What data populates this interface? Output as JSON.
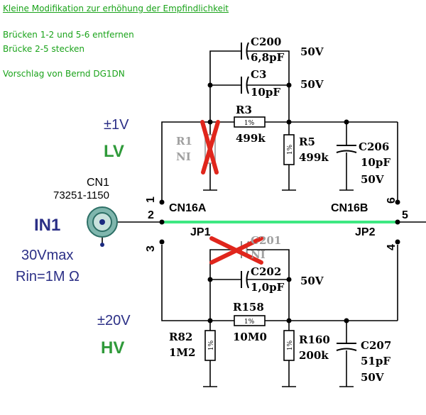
{
  "notes": {
    "title": "Kleine Modifikation zur erhöhung der Empfindlichkeit",
    "line1": "Brücken 1-2 und 5-6 entfernen",
    "line2": "Brücke   2-5 stecken",
    "line3": "Vorschlag von Bernd DG1DN"
  },
  "input": {
    "connector": "CN1",
    "part": "73251-1150",
    "name": "IN1",
    "vmax": "30Vmax",
    "rin": "Rin=1M Ω"
  },
  "ranges": {
    "lv_volt": "±1V",
    "lv_label": "LV",
    "hv_volt": "±20V",
    "hv_label": "HV"
  },
  "switches": {
    "cn16a": "CN16A",
    "cn16b": "CN16B",
    "jp1": "JP1",
    "jp2": "JP2",
    "pin1": "1",
    "pin2": "2",
    "pin3": "3",
    "pin4": "4",
    "pin5": "5",
    "pin6": "6"
  },
  "lv": {
    "c200": {
      "ref": "C200",
      "value": "6,8pF",
      "rating": "50V"
    },
    "c3": {
      "ref": "C3",
      "value": "10pF",
      "rating": "50V"
    },
    "r3": {
      "ref": "R3",
      "value": "499k",
      "tol": "1%"
    },
    "r1": {
      "ref": "R1",
      "value": "NI"
    },
    "r5": {
      "ref": "R5",
      "value": "499k",
      "tol": "1%"
    },
    "c206": {
      "ref": "C206",
      "value": "10pF",
      "rating": "50V"
    }
  },
  "hv": {
    "c201": {
      "ref": "C201",
      "value": "NI"
    },
    "c202": {
      "ref": "C202",
      "value": "1,0pF",
      "rating": "50V"
    },
    "r158": {
      "ref": "R158",
      "value": "10M0",
      "tol": "1%"
    },
    "r82": {
      "ref": "R82",
      "value": "1M2",
      "tol": "1%"
    },
    "r160": {
      "ref": "R160",
      "value": "200k",
      "tol": "1%"
    },
    "c207": {
      "ref": "C207",
      "value": "51pF",
      "rating": "50V"
    }
  },
  "colors": {
    "wire": "#000000",
    "bridge": "#3ee882",
    "cross": "#e0261c",
    "note": "#1aa31a",
    "label_blue": "#2b2f86",
    "label_green": "#2f9a3a",
    "bnc": "#3d8f86"
  }
}
